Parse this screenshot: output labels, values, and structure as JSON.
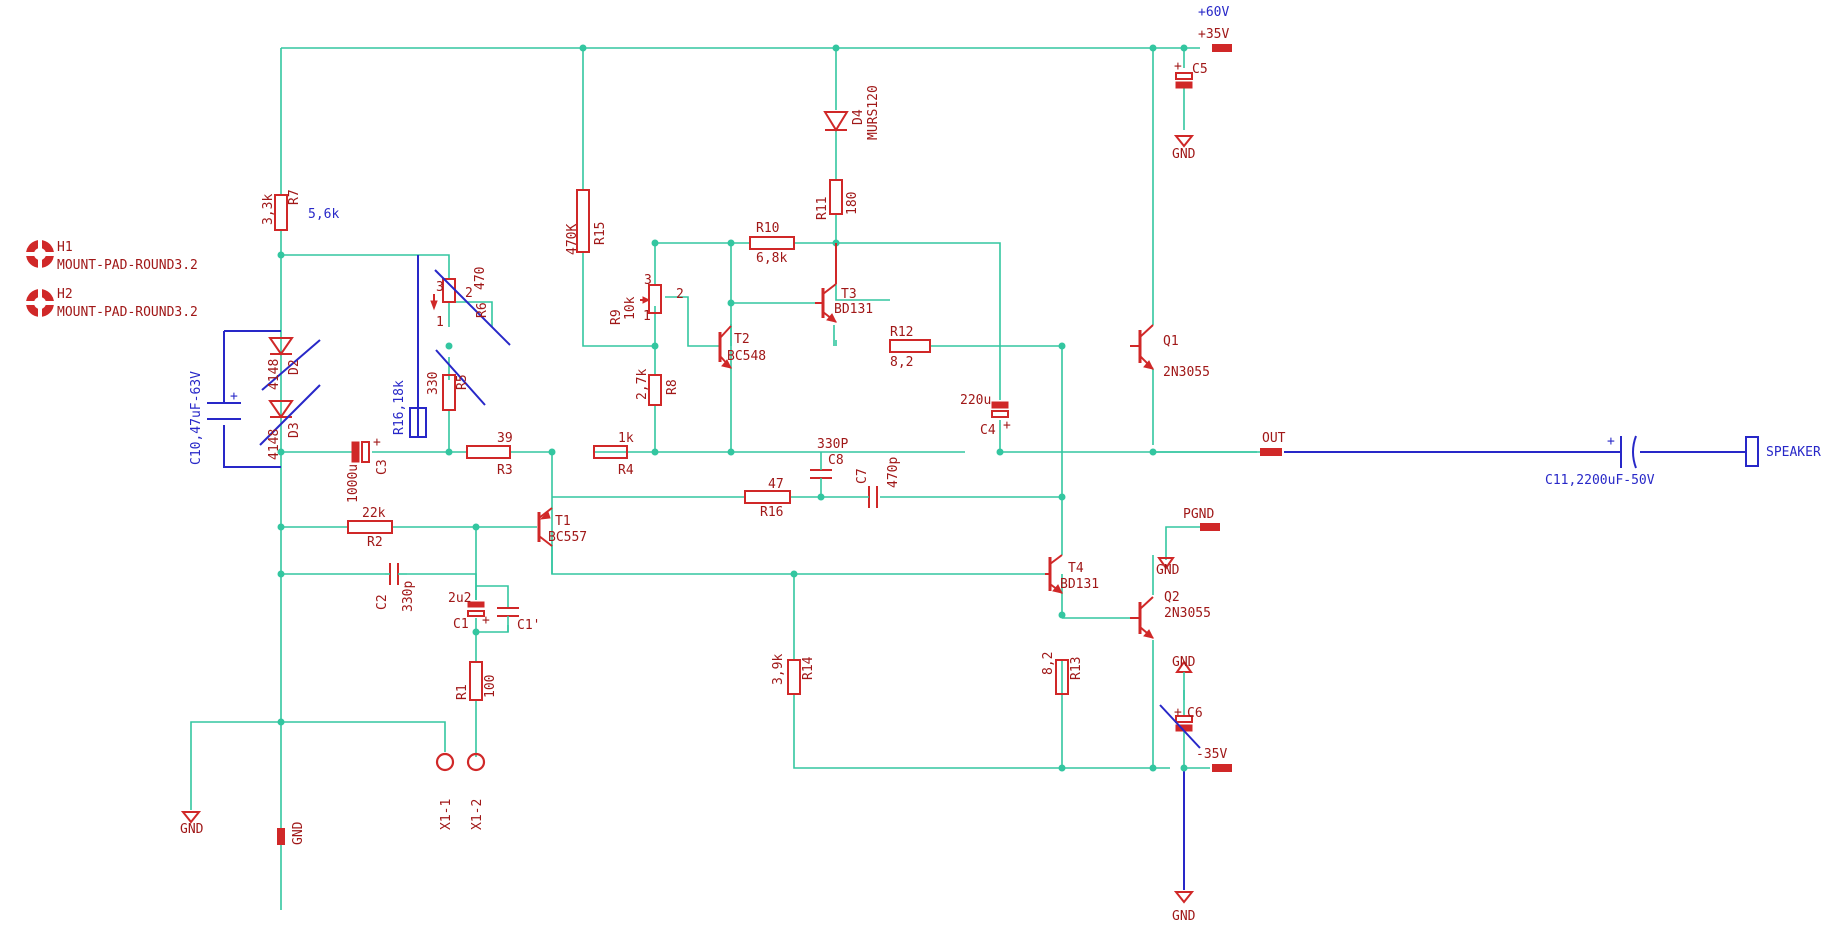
{
  "labels": {
    "p60v": "+60V",
    "p35v": "+35V",
    "c5": "C5",
    "gnd_c5": "GND",
    "d4_name": "D4",
    "d4_val": "MURS120",
    "r11_name": "R11",
    "r11_val": "180",
    "r7_name": "R7",
    "r7_val": "3,3k",
    "r7_alt": "5,6k",
    "h1_name": "H1",
    "h1_val": "MOUNT-PAD-ROUND3.2",
    "h2_name": "H2",
    "h2_val": "MOUNT-PAD-ROUND3.2",
    "r15_name": "R15",
    "r15_val": "470K",
    "r10_name": "R10",
    "r10_val": "6,8k",
    "t3_name": "T3",
    "t3_val": "BD131",
    "r9_name": "R9",
    "r9_val": "10k",
    "r9_pin1": "1",
    "r9_pin2": "2",
    "r9_pin3": "3",
    "r6_name": "R6",
    "r6_val": "470",
    "r6_pin1": "1",
    "r6_pin2": "2",
    "r6_pin3": "3",
    "r5_name": "R5",
    "r5_val": "330",
    "r16b_name": "R16,18k",
    "d2_name": "D2",
    "d2_val": "4148",
    "d3_name": "D3",
    "d3_val": "4148",
    "c10_name": "C10,47uF-63V",
    "c3_name": "C3",
    "c3_val": "1000u",
    "r3_name": "R3",
    "r3_val": "39",
    "r4_name": "R4",
    "r4_val": "1k",
    "r8_name": "R8",
    "r8_val": "2,7k",
    "t2_name": "T2",
    "t2_val": "BC548",
    "r12_name": "R12",
    "r12_val": "8,2",
    "q1_name": "Q1",
    "q1_val": "2N3055",
    "c4_name": "C4",
    "c4_val": "220u",
    "c8_name": "C8",
    "c8_val": "330P",
    "out": "OUT",
    "c11_name": "C11,2200uF-50V",
    "speaker": "SPEAKER",
    "r16_name": "R16",
    "r16_val": "47",
    "c7_name": "C7",
    "c7_val": "470p",
    "r2_name": "R2",
    "r2_val": "22k",
    "t1_name": "T1",
    "t1_val": "BC557",
    "pgnd": "PGND",
    "gnd_pgnd": "GND",
    "c2_name": "C2",
    "c2_val": "330p",
    "c1_name": "C1",
    "c1_val": "2u2",
    "c1p_name": "C1'",
    "t4_name": "T4",
    "t4_val": "BD131",
    "q2_name": "Q2",
    "q2_val": "2N3055",
    "r14_name": "R14",
    "r14_val": "3,9k",
    "r13_name": "R13",
    "r13_val": "8,2",
    "gnd_c6": "GND",
    "c6_name": "C6",
    "m35v": "-35V",
    "r1_name": "R1",
    "r1_val": "100",
    "x11": "X1-1",
    "x12": "X1-2",
    "gnd_left": "GND",
    "gnd_mid": "GND",
    "gnd_bottom": "GND"
  },
  "colors": {
    "wire": "#33c6a0",
    "component": "#d02828",
    "net": "#2828c8"
  }
}
